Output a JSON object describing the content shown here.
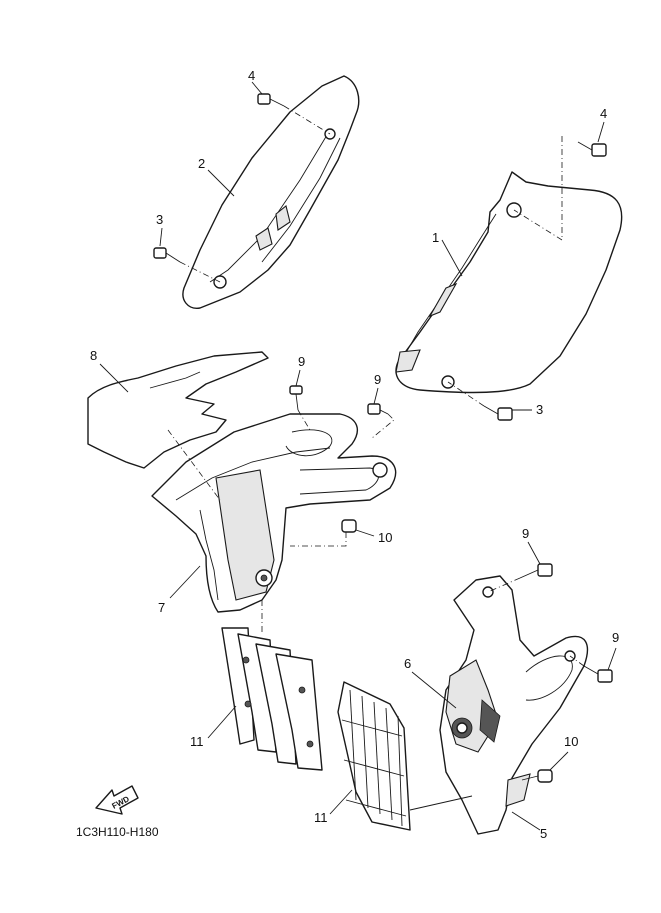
{
  "diagram": {
    "code": "1C3H110-H180",
    "fwd_label": "FWD",
    "callouts": [
      {
        "id": "c-4a",
        "text": "4"
      },
      {
        "id": "c-2",
        "text": "2"
      },
      {
        "id": "c-3a",
        "text": "3"
      },
      {
        "id": "c-4b",
        "text": "4"
      },
      {
        "id": "c-1",
        "text": "1"
      },
      {
        "id": "c-3b",
        "text": "3"
      },
      {
        "id": "c-8",
        "text": "8"
      },
      {
        "id": "c-9a",
        "text": "9"
      },
      {
        "id": "c-9b",
        "text": "9"
      },
      {
        "id": "c-10a",
        "text": "10"
      },
      {
        "id": "c-7",
        "text": "7"
      },
      {
        "id": "c-9c",
        "text": "9"
      },
      {
        "id": "c-9d",
        "text": "9"
      },
      {
        "id": "c-6",
        "text": "6"
      },
      {
        "id": "c-11a",
        "text": "11"
      },
      {
        "id": "c-10b",
        "text": "10"
      },
      {
        "id": "c-11b",
        "text": "11"
      },
      {
        "id": "c-5",
        "text": "5"
      }
    ]
  }
}
